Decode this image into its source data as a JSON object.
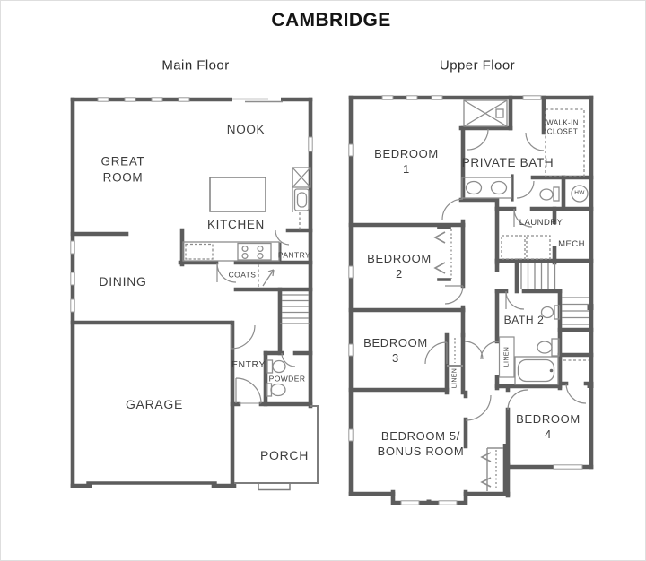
{
  "page": {
    "title": "CAMBRIDGE"
  },
  "colors": {
    "wall": "#5c5c5c",
    "thin_line": "#8d8d8d",
    "text": "#3d3d3d",
    "background": "#ffffff"
  },
  "floors": {
    "main": {
      "name": "Main Floor",
      "rooms": {
        "great_room": "GREAT\nROOM",
        "nook": "NOOK",
        "kitchen": "KITCHEN",
        "dining": "DINING",
        "coats": "COATS",
        "pantry": "PANTRY",
        "entry": "ENTRY",
        "powder": "POWDER",
        "garage": "GARAGE",
        "porch": "PORCH"
      }
    },
    "upper": {
      "name": "Upper Floor",
      "rooms": {
        "bedroom1": "BEDROOM\n1",
        "private_bath": "PRIVATE BATH",
        "walk_in_closet": "WALK-IN\nCLOSET",
        "hot_water": "HW",
        "laundry": "LAUNDRY",
        "mech": "MECH",
        "bedroom2": "BEDROOM\n2",
        "bath2": "BATH 2",
        "linen_bath": "LINEN",
        "bedroom3": "BEDROOM\n3",
        "linen_hall": "LINEN",
        "bedroom5": "BEDROOM 5/\nBONUS ROOM",
        "bedroom4": "BEDROOM\n4"
      }
    }
  }
}
